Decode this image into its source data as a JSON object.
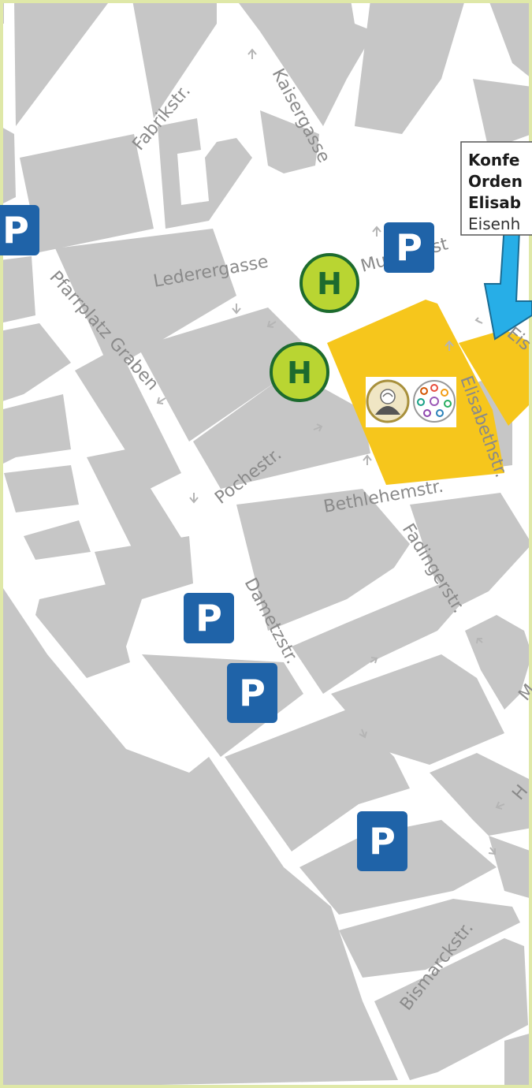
{
  "map": {
    "colors": {
      "frame": "#dfe8a8",
      "block": "#c6c6c6",
      "street": "#ffffff",
      "highlight": "#f6c61c",
      "pointer": "#27aee7",
      "parking": "#1f63a8",
      "bus": "#b9d532",
      "bus_text": "#1d6b2e"
    },
    "streets": {
      "fabrik": "Fabrikstr.",
      "kaiser": "Kaisergasse",
      "lederer": "Lederergasse",
      "museum": "Museumst",
      "pfarrplatz": "Pfarrplatz Graben",
      "poche": "Pochestr.",
      "elisabeth": "Elisabethstr.",
      "bethlehem": "Bethlehemstr.",
      "fadinger": "Fadingerstr.",
      "dametz": "Dametzstr.",
      "eis": "Eis",
      "h_partial": "H",
      "m_partial": "M",
      "bismarck": "Bismarckstr."
    },
    "parking_label": "P",
    "bus_stop_label": "H",
    "callout": {
      "line1": "Konfe",
      "line2": "Orden",
      "line3": "Elisab",
      "line4": "Eisenh"
    },
    "logos": {
      "left": "saint-portrait-logo",
      "right": "colorful-circle-logo"
    }
  }
}
